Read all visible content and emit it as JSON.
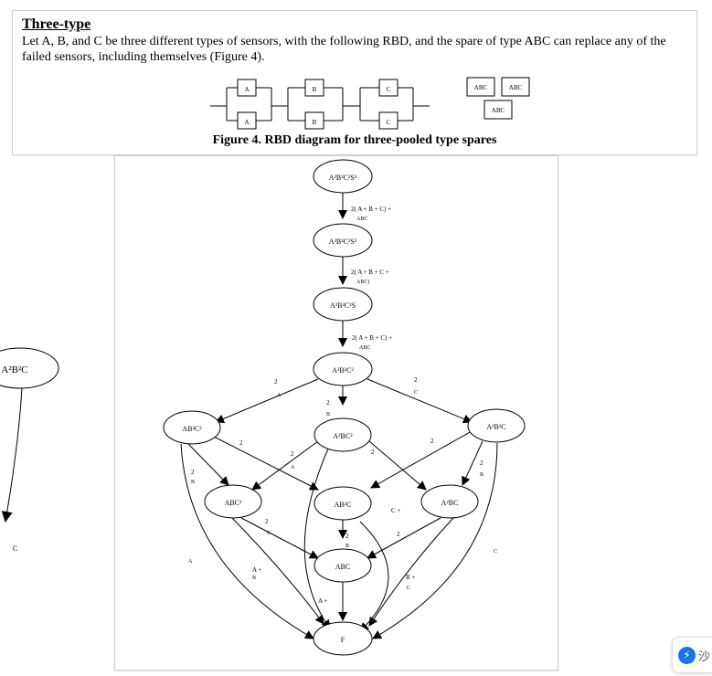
{
  "section": {
    "title": "Three-type",
    "paragraph": "Let A, B, and C be three different types of sensors, with the following RBD, and the spare of type ABC can replace any of the failed sensors, including themselves (Figure 4).",
    "caption": "Figure 4. RBD diagram for three-pooled type spares"
  },
  "rbd": {
    "blocks": [
      "A",
      "A",
      "B",
      "B",
      "C",
      "C"
    ],
    "spares": [
      "ABC",
      "ABC",
      "ABC"
    ]
  },
  "graph": {
    "nodes": {
      "s3": "A²B²C²S³",
      "s2": "A²B²C²S²",
      "s1": "A²B²C²S",
      "full": "A²B²C²",
      "ab2c2": "AB²C²",
      "a2bc2": "A²BC²",
      "a2b2c": "A²B²C",
      "abc2": "ABC²",
      "ab2c": "AB²C",
      "a2bc": "A²BC",
      "abc": "ABC",
      "fail": "F"
    },
    "rates": {
      "r1": "2( A + B + C) +",
      "r1b": "ABC",
      "r2": "2( A + B + C +",
      "r2b": "ABC)",
      "r3": "2( A + B + C) +",
      "r3b": "ABC",
      "two": "2",
      "a": "A",
      "b": "B",
      "c": "C",
      "a_plus": "A +",
      "b_plus": "B +",
      "c_plus": "C +"
    }
  },
  "left_fragment": {
    "node": "A²B²C",
    "label": "C"
  },
  "badge": {
    "text": "沙"
  }
}
